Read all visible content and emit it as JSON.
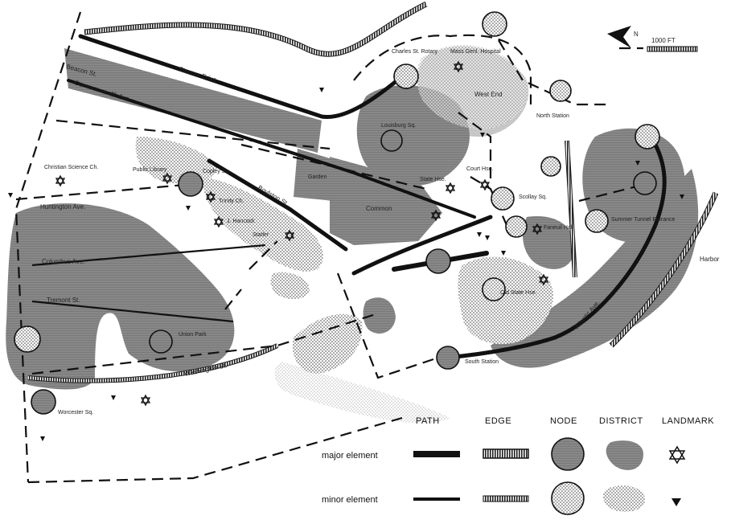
{
  "scale": {
    "north": "N",
    "distance": "1000 FT"
  },
  "places": {
    "charles_st_rotary": "Charles St. Rotary",
    "mass_genl_hospital": "Mass Genl. Hospital",
    "west_end": "West End",
    "north_station": "North Station",
    "storrow_drive": "Storrow Drive",
    "beacon_st": "Beacon St.",
    "commonwealth_ave": "Commonwealth Ave.",
    "louisburg_sq": "Louisburg Sq.",
    "christian_science_ch": "Christian Science Ch.",
    "public_library": "Public Library",
    "copley_sq": "Copley Sq.",
    "trinity_ch": "Trinity Ch.",
    "j_hancock": "J. Hancock",
    "statler": "Statler",
    "garden": "Garden",
    "common": "Common",
    "boylston_st": "Boylston St.",
    "state_house": "State Hse.",
    "court_hse": "Court Hse.",
    "scollay_sq": "Scollay Sq.",
    "faneuil_hall": "Faneuil Hall",
    "summer_tunnel_entrance": "Summer Tunnel Entrance",
    "harbor": "Harbor",
    "huntington_ave": "Huntington Ave.",
    "columbus_ave": "Columbus Ave.",
    "tremont_st": "Tremont St.",
    "union_park": "Union Park",
    "washington_st": "Washington St.",
    "worcester_sq": "Worcester Sq.",
    "old_state_hse": "Old State Hse.",
    "south_station": "South Station",
    "atlantic_ave": "Atlantic Ave."
  },
  "legend": {
    "columns": [
      "PATH",
      "EDGE",
      "NODE",
      "DISTRICT",
      "LANDMARK"
    ],
    "rows": [
      "major element",
      "minor element"
    ]
  }
}
